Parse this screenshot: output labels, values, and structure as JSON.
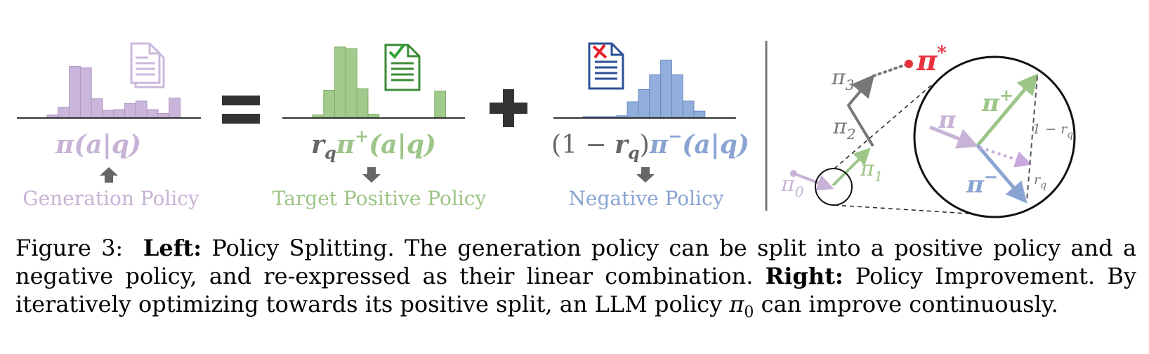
{
  "panels": {
    "generation": {
      "formula_symbol": "π",
      "formula_args": "(a|q)",
      "label": "Generation Policy",
      "color": "#c7b3d6",
      "bar_fill": "#cab6da",
      "bar_stroke": "#ad97c2",
      "bars": [
        0.03,
        0.13,
        0.66,
        0.64,
        0.24,
        0.09,
        0.1,
        0.18,
        0.21,
        0.1,
        0.05,
        0.25
      ]
    },
    "equals_sign": "=",
    "positive": {
      "coef": "r",
      "coef_sub": "q",
      "formula_symbol": "π",
      "formula_sup": "+",
      "formula_args": "(a|q)",
      "label": "Target Positive Policy",
      "color": "#9cc587",
      "bar_fill": "#a2ca8d",
      "bar_stroke": "#7fae68",
      "bars": [
        0.03,
        0.35,
        0.91,
        0.89,
        0.37,
        0.04,
        0,
        0,
        0,
        0,
        0,
        0.34
      ]
    },
    "plus_sign": "+",
    "negative": {
      "coef_prefix": "(1 − ",
      "coef": "r",
      "coef_sub": "q",
      "coef_suffix": ")",
      "formula_symbol": "π",
      "formula_sup": "−",
      "formula_args": "(a|q)",
      "label": "Negative Policy",
      "color": "#8aa4d2",
      "bar_fill": "#93aedd",
      "bar_stroke": "#6a8ac0",
      "bars": [
        0.004,
        0.004,
        0.004,
        0.02,
        0.2,
        0.36,
        0.55,
        0.74,
        0.55,
        0.21,
        0.08
      ]
    },
    "improvement": {
      "pi0": {
        "sym": "π",
        "sub": "0"
      },
      "pi1": {
        "sym": "π",
        "sub": "1"
      },
      "pi2": {
        "sym": "π",
        "sub": "2"
      },
      "pi3": {
        "sym": "π",
        "sub": "3"
      },
      "pistar": {
        "sym": "π",
        "sup": "*"
      },
      "zoom": {
        "pi": "π",
        "pi_plus": {
          "sym": "π",
          "sup": "+"
        },
        "pi_minus": {
          "sym": "π",
          "sup": "−"
        },
        "one_minus_rq": {
          "text": "1 − r",
          "sub": "q"
        },
        "rq": {
          "text": "r",
          "sub": "q"
        }
      },
      "colors": {
        "gray": "#777777",
        "star": "#e8313c",
        "purple": "#c7b3d6",
        "green": "#9cc587",
        "blue": "#8aa4d2"
      }
    }
  },
  "caption": {
    "figure_label": "Figure 3:",
    "left_label": "Left:",
    "left_text": " Policy Splitting. The generation policy can be split into a positive policy and a negative policy, and re-expressed as their linear combination. ",
    "right_label": "Right:",
    "right_text": " Policy Improvement. By iteratively optimizing towards its positive split, an LLM policy ",
    "pi_symbol": "π",
    "pi_sub": "0",
    "tail_text": " can improve continuously."
  }
}
